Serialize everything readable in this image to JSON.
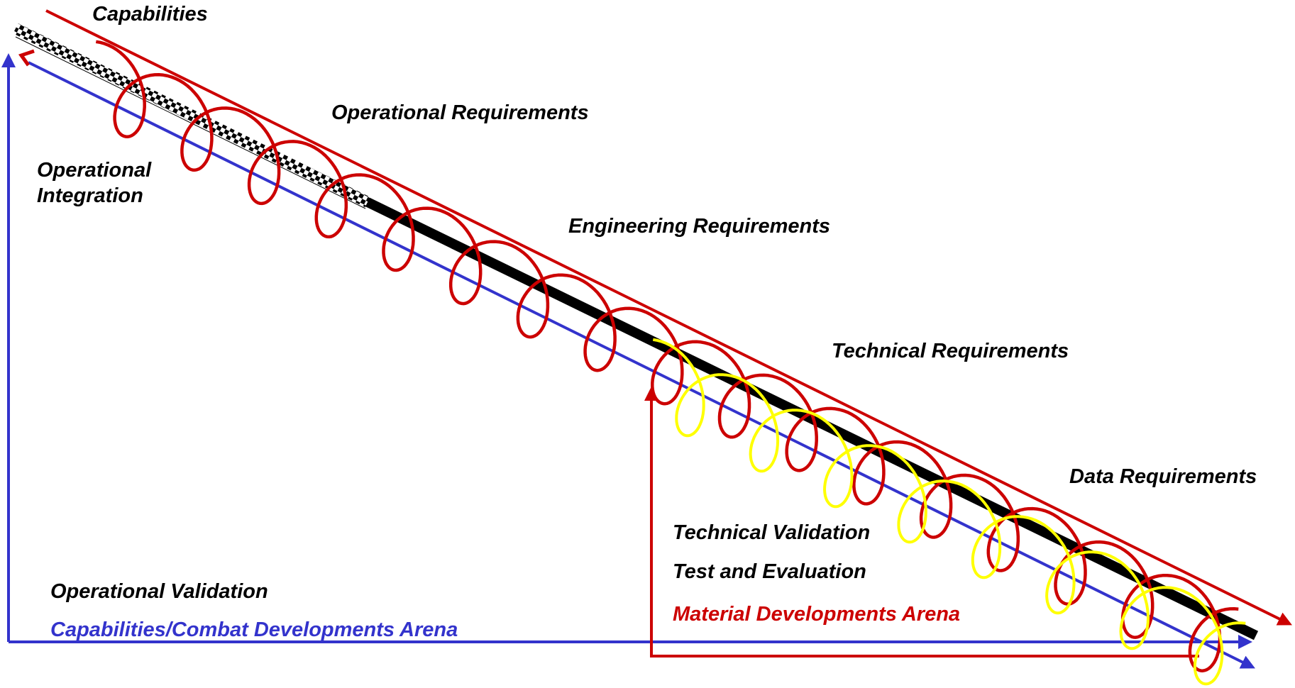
{
  "labels": {
    "capabilities": "Capabilities",
    "operational_requirements": "Operational Requirements",
    "operational_integration": "Operational\nIntegration",
    "engineering_requirements": "Engineering Requirements",
    "technical_requirements": "Technical Requirements",
    "data_requirements": "Data Requirements",
    "technical_validation": "Technical Validation",
    "test_and_evaluation": "Test and Evaluation",
    "operational_validation": "Operational Validation",
    "material_arena": "Material Developments Arena",
    "capabilities_arena": "Capabilities/Combat Developments Arena"
  },
  "colors": {
    "red": "#cc0000",
    "blue": "#3333cc",
    "yellow": "#ffff00",
    "black": "#000000",
    "text": "#000000"
  }
}
